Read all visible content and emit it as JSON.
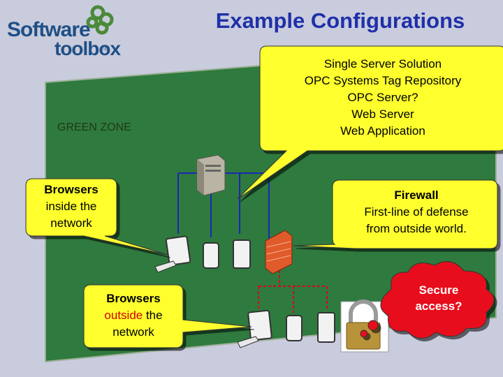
{
  "logo": {
    "word1": "Software",
    "word2": "toolbox",
    "reg": "®"
  },
  "title": "Example Configurations",
  "zone_label": "GREEN ZONE",
  "callouts": {
    "server": {
      "line1": "Single Server Solution",
      "line2": "OPC Systems Tag Repository",
      "line3": "OPC Server?",
      "line4": "Web Server",
      "line5": "Web Application"
    },
    "inside": {
      "line1": "Browsers",
      "line2": "inside the",
      "line3": "network"
    },
    "firewall": {
      "line1": "Firewall",
      "line2": "First-line of defense",
      "line3": "from outside world."
    },
    "outside": {
      "line1": "Browsers",
      "line2_red": "outside",
      "line2_rest": " the",
      "line3": "network"
    },
    "secure": {
      "line1": "Secure",
      "line2": "access?"
    }
  },
  "colors": {
    "background": "#c9ccdd",
    "green_zone": "#2f7a3e",
    "callout_fill": "#ffff2e",
    "cloud_fill": "#e8111b",
    "title": "#1f30a8",
    "network_line": "#1a27b5",
    "outside_line": "#e0001a"
  }
}
